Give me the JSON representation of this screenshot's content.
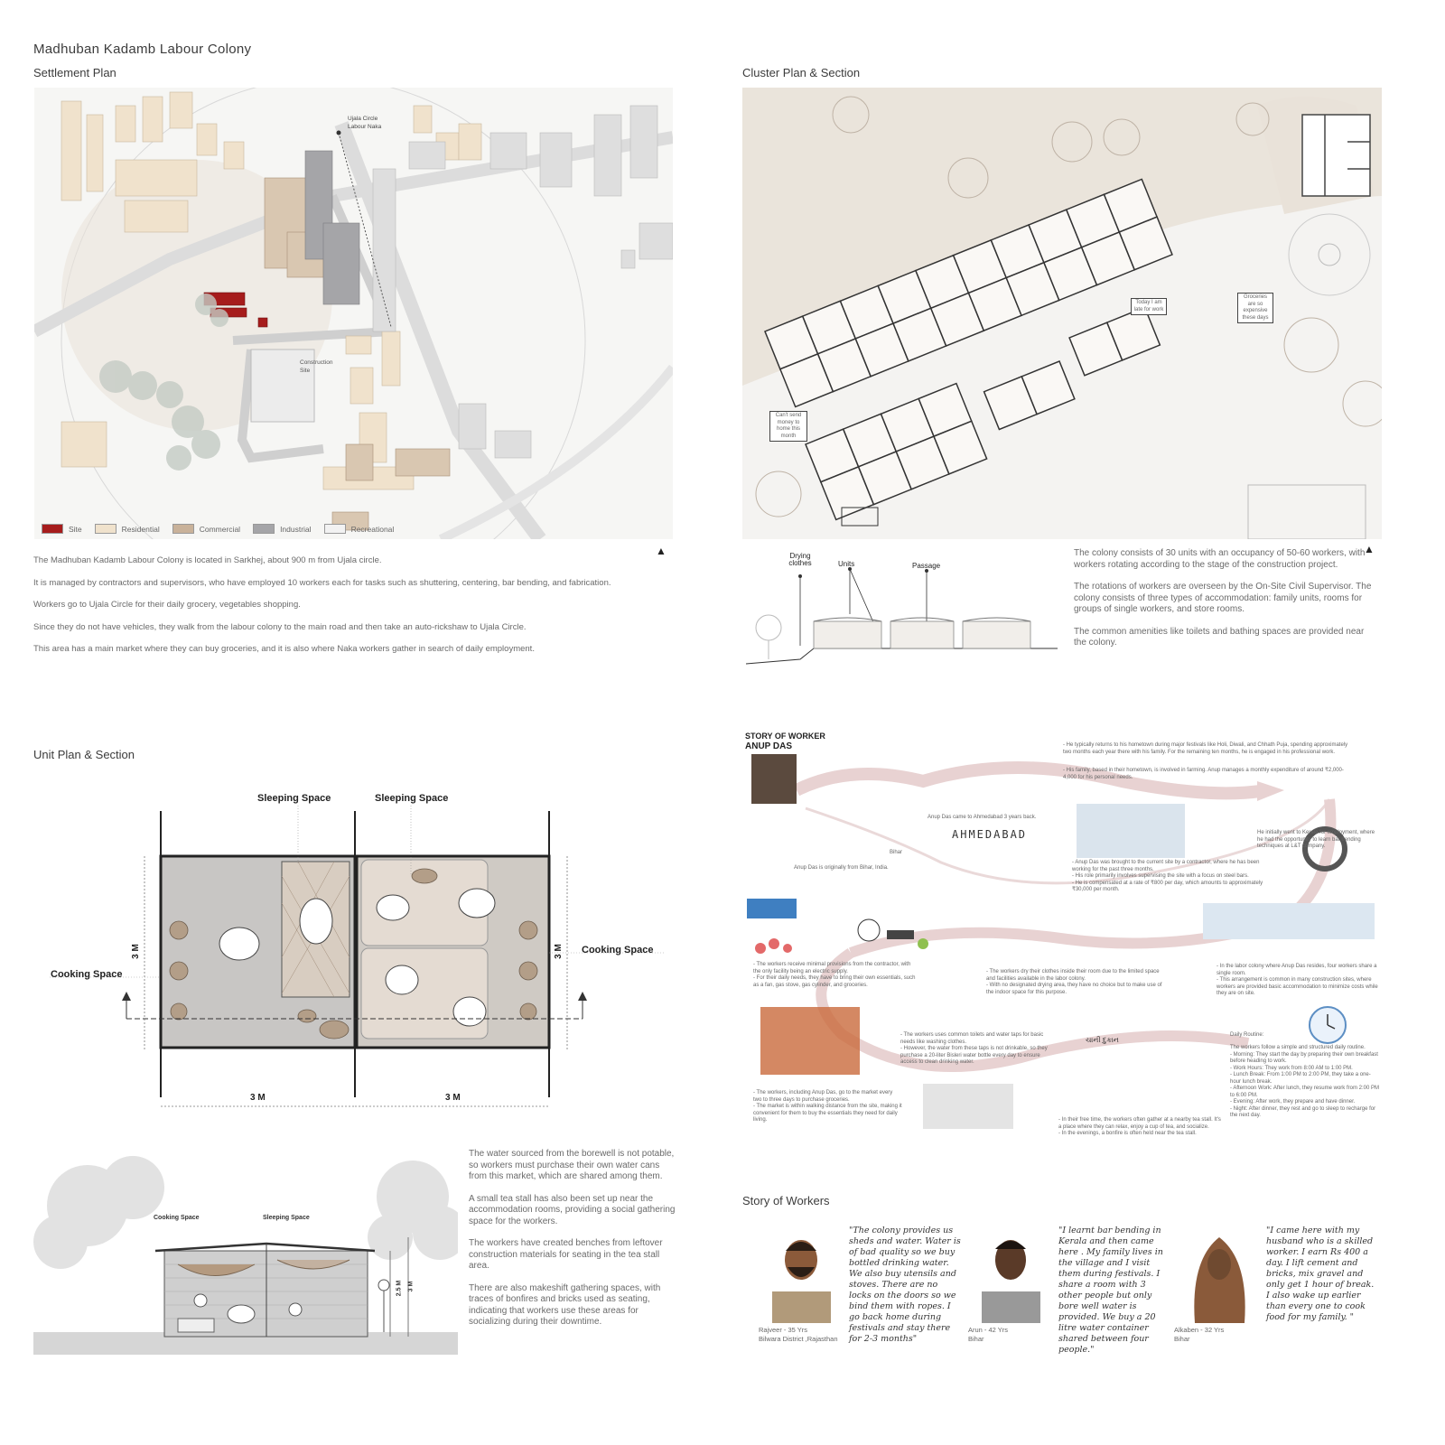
{
  "page": {
    "project_title": "Madhuban Kadamb Labour Colony",
    "settlement_heading": "Settlement Plan",
    "cluster_heading": "Cluster Plan & Section",
    "unit_heading": "Unit Plan & Section",
    "stories_heading": "Story of Workers"
  },
  "settlement": {
    "labels": {
      "ujala": "Ujala Circle\nLabour Naka",
      "construction": "Construction\nSite"
    },
    "legend": [
      {
        "label": "Site",
        "color": "#a61c1c"
      },
      {
        "label": "Residential",
        "color": "#f0e2cc"
      },
      {
        "label": "Commercial",
        "color": "#c9b29a"
      },
      {
        "label": "Industrial",
        "color": "#a5a5a8"
      },
      {
        "label": "Recreational",
        "color": "#f2f2f2"
      }
    ],
    "paragraphs": [
      "The Madhuban Kadamb Labour Colony is located in Sarkhej, about 900 m from Ujala circle.",
      "It is managed by contractors and supervisors, who have employed 10 workers each for tasks such as shuttering, centering, bar bending, and fabrication.",
      "Workers go to Ujala Circle for their daily grocery, vegetables shopping.",
      "Since they do not have vehicles, they walk from the labour colony to the main road and then take an auto-rickshaw to Ujala Circle.",
      "This area has a main market where they can buy groceries, and it is also where Naka workers gather in search of daily employment."
    ]
  },
  "cluster": {
    "callouts": [
      "Today I am late for work",
      "Groceries are so expensive these days",
      "Can't send money to home this month"
    ],
    "section_labels": [
      "Drying clothes",
      "Units",
      "Passage"
    ],
    "paragraphs": [
      "The colony consists of 30 units with an occupancy of 50-60 workers, with workers rotating according to the stage of the construction project.",
      "The rotations of workers are overseen by the On-Site Civil Supervisor. The colony consists of three types of accommodation: family units, rooms for groups of single workers, and store rooms.",
      "The common amenities like toilets and bathing spaces are provided near the colony."
    ]
  },
  "unit": {
    "labels": {
      "sleeping1": "Sleeping Space",
      "sleeping2": "Sleeping Space",
      "cooking_left": "Cooking Space",
      "cooking_right": "Cooking Space",
      "dim_3m_left_v": "3 M",
      "dim_3m_right_v": "3 M",
      "dim_3m_bottom_left": "3 M",
      "dim_3m_bottom_right": "3 M"
    },
    "section_labels": {
      "cooking": "Cooking Space",
      "sleeping": "Sleeping Space",
      "h1": "2.5 M",
      "h2": "3 M"
    },
    "paragraphs": [
      "The water sourced from the borewell is not potable, so workers must purchase their own water cans from this market, which are shared among them.",
      "A small tea stall has also been set up near the accommodation rooms, providing a social gathering space for the workers.",
      "The workers have created benches from leftover construction materials for seating in the tea stall area.",
      "There are also makeshift gathering spaces, with traces of bonfires and bricks used as seating, indicating that workers use these areas for socializing during their downtime."
    ]
  },
  "story": {
    "kicker": "STORY OF WORKER",
    "name": "ANUP DAS",
    "city": "AHMEDABAD",
    "bihar_label": "Bihar",
    "notes": {
      "hometown": "- He typically returns to his hometown during major festivals like Holi, Diwali, and Chhath Puja, spending approximately two months each year there with his family. For the remaining ten months, he is engaged in his professional work.",
      "farming": "- His family, based in their hometown, is involved in farming. Anup manages a monthly expenditure of around ₹2,000-4,000 for his personal needs.",
      "origin": "Anup Das is originally from Bihar, India.",
      "came": "Anup Das came to Ahmedabad 3 years back.",
      "kerala": "He initially went to Kerala for employment, where he had the opportunity to learn bar bending techniques at L&T company.",
      "contractor": "- Anup Das was brought to the current site by a contractor, where he has been working for the past three months.\n- His role primarily involves supervising the site with a focus on steel bars.\n- He is compensated at a rate of ₹800 per day, which amounts to approximately ₹30,000 per month.",
      "provisions": "- The workers receive minimal provisions from the contractor, with the only facility being an electric supply.\n- For their daily needs, they have to bring their own essentials, such as a fan, gas stove, gas cylinder, and groceries.",
      "drying": "- The workers dry their clothes inside their room due to the limited space and facilities available in the labor colony.\n- With no designated drying area, they have no choice but to make use of the indoor space for this purpose.",
      "sharing": "- In the labor colony where Anup Das resides, four workers share a single room.\n- This arrangement is common in many construction sites, where workers are provided basic accommodation to minimize costs while they are on site.",
      "toilets": "- The workers uses common toilets and water taps for basic needs like washing clothes.\n- However, the water from these taps is not drinkable, so they purchase a 20-liter Bisleri water bottle every day to ensure access to clean drinking water.",
      "market": "- The workers, including Anup Das, go to the market every two to three days to purchase groceries.\n- The market is within walking distance from the site, making it convenient for them to buy the essentials they need for daily living.",
      "freetime": "- In their free time, the workers often gather at a nearby tea stall. It's a place where they can relax, enjoy a cup of tea, and socialize.\n- In the evenings, a bonfire is often held near the tea stall.",
      "routine_title": "Daily Routine:",
      "routine": "The workers follow a simple and structured daily routine.\n- Morning: They start the day by preparing their own breakfast before heading to work.\n- Work Hours: They work from 8:00 AM to 1:00 PM.\n- Lunch Break: From 1:00 PM to 2:00 PM, they take a one-hour lunch break.\n- Afternoon Work: After lunch, they resume work from 2:00 PM to 6:00 PM.\n- Evening: After work, they prepare and have dinner.\n- Night: After dinner, they rest and go to sleep to recharge for the next day.",
      "tea_sign": "ચાની દુકાન"
    }
  },
  "workers": [
    {
      "quote": "\"The colony provides us sheds and water. Water is of bad quality so we buy bottled drinking water. We also buy utensils and stoves. There are no locks on the doors so we bind them with ropes. I go back home during festivals and stay there for 2-3 months\"",
      "name": "Rajveer - 35 Yrs",
      "origin": "Bilwara District ,Rajasthan"
    },
    {
      "quote": "\"I learnt bar bending in Kerala and then came here . My family lives in the village and I visit them during festivals. I share a room with 3 other people but only bore well water is provided. We  buy a 20 litre water container shared between four people.\"",
      "name": "Arun - 42 Yrs",
      "origin": "Bihar"
    },
    {
      "quote": "\"I came here with my husband who is a skilled worker. I earn Rs 400 a day. I lift cement and bricks, mix gravel and only get 1 hour of break.  I also wake up earlier than every one to cook food for my family. \"",
      "name": "Alkaben - 32 Yrs",
      "origin": "Bihar"
    }
  ]
}
